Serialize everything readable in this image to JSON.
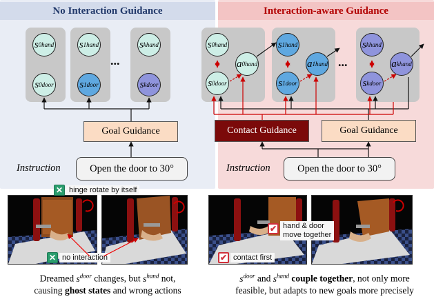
{
  "left_panel": {
    "title": "No Interaction Guidance",
    "goal_label": "Goal Guidance",
    "instruction_label": "Instruction",
    "instruction_text": "Open the door to 30°",
    "note_top": "hinge rotate by itself",
    "note_bottom": "no interaction",
    "caption_line1_a": "Dreamed ",
    "caption_line1_b": " changes, but ",
    "caption_line1_c": " not,",
    "caption_line2_a": "causing ",
    "caption_line2_b": "ghost states",
    "caption_line2_c": " and wrong actions"
  },
  "right_panel": {
    "title": "Interaction-aware Guidance",
    "contact_label": "Contact Guidance",
    "goal_label": "Goal Guidance",
    "instruction_label": "Instruction",
    "instruction_text": "Open the door to 30°",
    "note_right_1": "hand & door",
    "note_right_2": "move together",
    "note_left": "contact first",
    "caption_line1_b": " and ",
    "caption_line1_c": "couple together",
    "caption_line1_d": ", not only more",
    "caption_line2": "feasible, but adapts to new goals more precisely"
  },
  "symbols": {
    "s": "s",
    "a": "a",
    "hand": "hand",
    "door": "door",
    "sub0": "0",
    "sub1": "1",
    "subk": "k",
    "ellipsis": "..."
  },
  "colors": {
    "left_bg": "#e9edf5",
    "right_bg": "#f7dada",
    "contact_red": "#b20000",
    "node_light": "#cdeee6",
    "node_mid": "#5fa8e0",
    "node_purple": "#8f94dc",
    "goal_box": "#fbdcc4",
    "contact_box": "#7b0a0a"
  }
}
